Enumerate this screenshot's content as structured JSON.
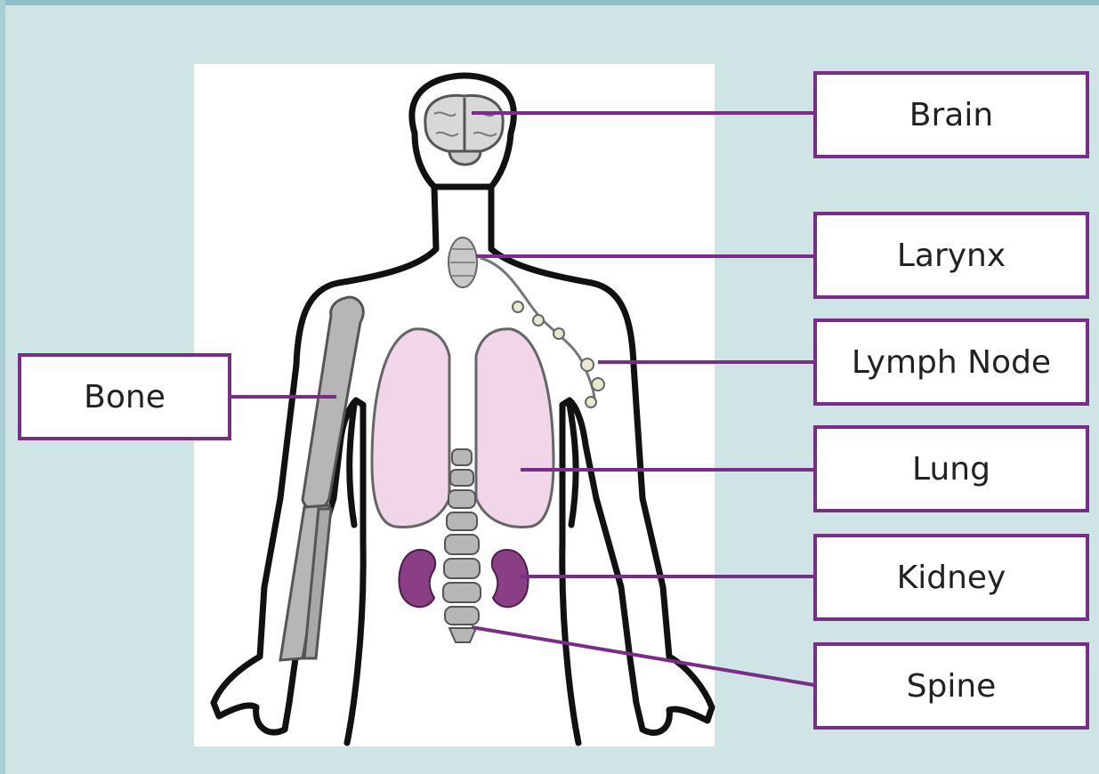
{
  "diagram": {
    "labels": {
      "brain": "Brain",
      "larynx": "Larynx",
      "lymph_node": "Lymph Node",
      "lung": "Lung",
      "kidney": "Kidney",
      "spine": "Spine",
      "bone": "Bone"
    },
    "colors": {
      "background": "#cfe5e5",
      "leader_line": "#7a2d86",
      "box_border": "#7a2d86",
      "lung_fill": "#f1d6e9",
      "kidney_fill": "#8a3e84",
      "bone_fill": "#b6b6b6",
      "outline": "#111111"
    }
  }
}
